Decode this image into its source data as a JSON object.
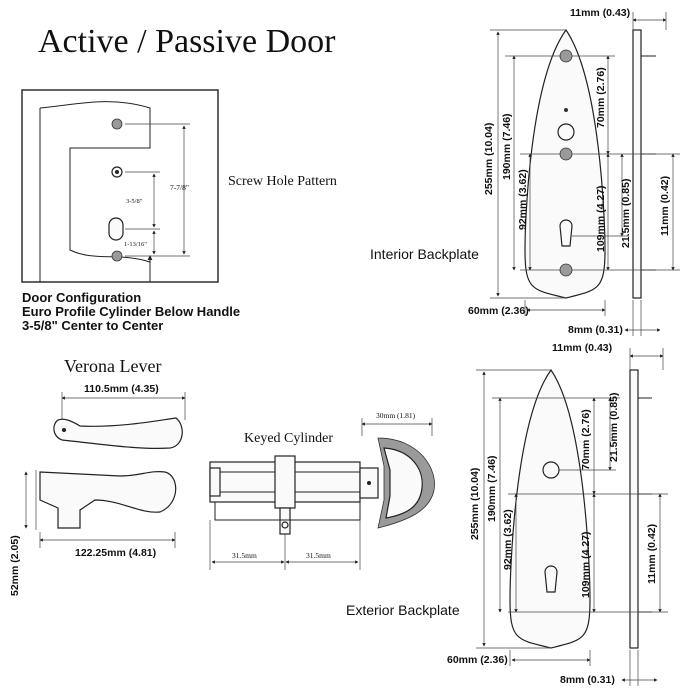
{
  "title": "Active / Passive Door",
  "screw_hole": {
    "label": "Screw Hole Pattern",
    "dims": {
      "overall": "7-7/8\"",
      "center": "3-5/8\"",
      "lower": "1-13/16\""
    }
  },
  "door_config": {
    "lines": [
      "Door Configuration",
      "Euro Profile Cylinder Below Handle",
      "3-5/8\" Center to Center"
    ]
  },
  "interior_backplate": {
    "label": "Interior Backplate",
    "dims": {
      "top_offset": "11mm (0.43)",
      "height": "255mm (10.04)",
      "h190": "190mm (7.46)",
      "h92": "92mm (3.62)",
      "h70": "70mm (2.76)",
      "h109": "109mm (4.27)",
      "h21": "21.5mm (0.85)",
      "h11": "11mm (0.42)",
      "width": "60mm (2.36)",
      "depth": "8mm (0.31)"
    }
  },
  "exterior_backplate": {
    "label": "Exterior Backplate",
    "dims": {
      "top_offset": "11mm (0.43)",
      "height": "255mm (10.04)",
      "h190": "190mm (7.46)",
      "h92": "92mm (3.62)",
      "h70": "70mm (2.76)",
      "h21": "21.5mm (0.85)",
      "h109": "109mm (4.27)",
      "h11": "11mm (0.42)",
      "width": "60mm (2.36)",
      "depth": "8mm (0.31)"
    }
  },
  "lever": {
    "label": "Verona Lever",
    "dims": {
      "top_length": "110.5mm (4.35)",
      "length": "122.25mm (4.81)",
      "height": "52mm (2.05)"
    }
  },
  "cylinder": {
    "label": "Keyed Cylinder",
    "dims": {
      "knob": "30mm (1.81)",
      "left": "31.5mm",
      "right": "31.5mm"
    }
  }
}
